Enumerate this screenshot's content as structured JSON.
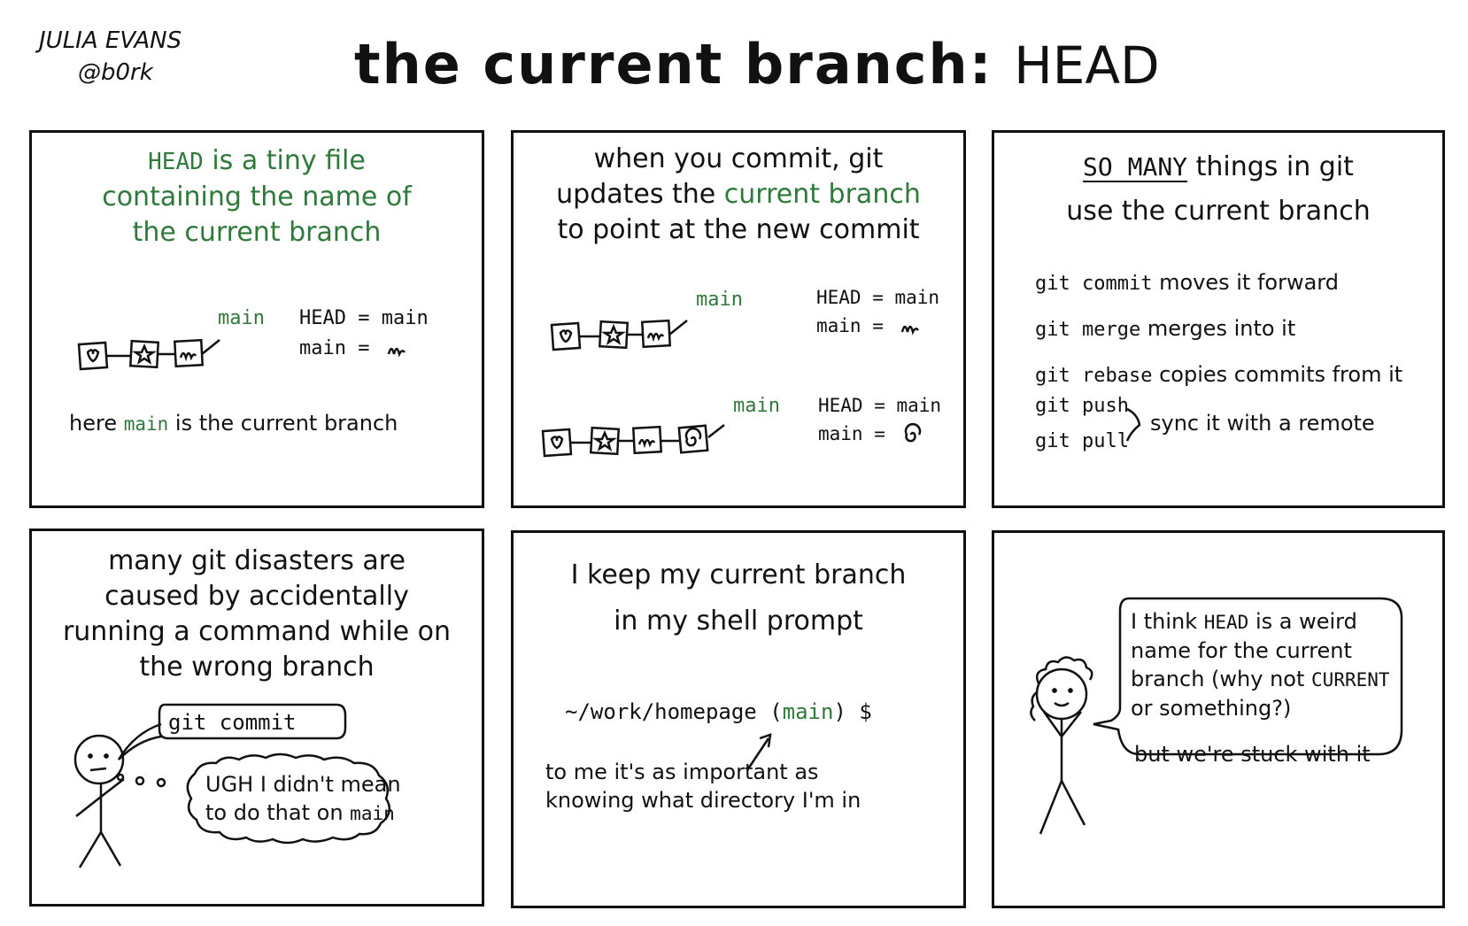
{
  "author": {
    "name": "JULIA EVANS",
    "handle": "@b0rk"
  },
  "title": {
    "main": "the current branch:",
    "head": "HEAD"
  },
  "panel1": {
    "title_line1_head": "HEAD",
    "title_line1_rest": " is a tiny file",
    "title_line2": "containing the name of",
    "title_line3": "the current branch",
    "branch_label": "main",
    "eq_head": "HEAD = main",
    "eq_main": "main =",
    "caption_pre": "here ",
    "caption_main": "main",
    "caption_post": " is the current branch"
  },
  "panel2": {
    "line1": "when you commit, git",
    "line2_pre": "updates the ",
    "line2_green": "current branch",
    "line3": "to point at the new commit",
    "branch_label_a": "main",
    "eq_a_head": "HEAD = main",
    "eq_a_main": "main =",
    "branch_label_b": "main",
    "eq_b_head": "HEAD = main",
    "eq_b_main": "main ="
  },
  "panel3": {
    "line1_caps": "SO MANY",
    "line1_rest": " things in git",
    "line2": "use the current branch",
    "commands": [
      {
        "cmd": "git commit",
        "text": " moves it forward"
      },
      {
        "cmd": "git merge",
        "text": " merges into it"
      },
      {
        "cmd": "git rebase",
        "text": " copies commits from it"
      }
    ],
    "push": "git push",
    "pull": "git pull",
    "sync_text": "sync it with a remote"
  },
  "panel4": {
    "line1": "many git disasters are",
    "line2": "caused by accidentally",
    "line3": "running a command while on",
    "line4": "the wrong branch",
    "speech": "git commit",
    "thought_line1": "UGH I didn't mean",
    "thought_line2_pre": "to do that on ",
    "thought_line2_mono": "main"
  },
  "panel5": {
    "line1": "I keep my current branch",
    "line2": "in my shell prompt",
    "prompt_pre": "~/work/homepage (",
    "prompt_branch": "main",
    "prompt_post": ") $",
    "note_line1": "to me it's as important as",
    "note_line2": "knowing what directory I'm in"
  },
  "panel6": {
    "line1_pre": "I think ",
    "line1_head": "HEAD",
    "line1_post": " is a weird",
    "line2": "name for the current",
    "line3_pre": "branch (why not ",
    "line3_caps": "CURRENT",
    "line4": "or something?)",
    "line5": "but we're stuck with it"
  },
  "colors": {
    "accent_green": "#2f7a3a",
    "ink": "#111111"
  }
}
